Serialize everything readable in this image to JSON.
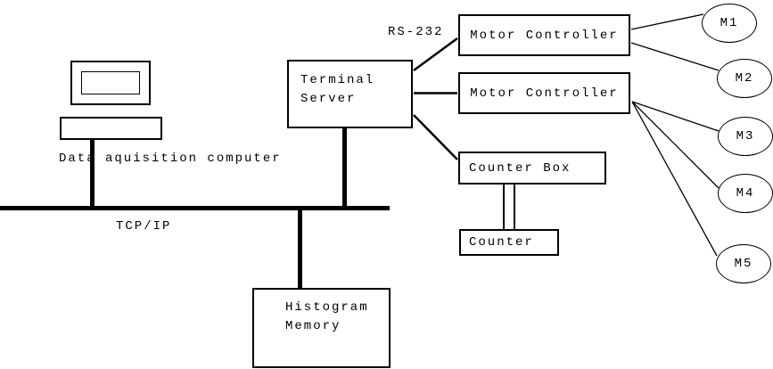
{
  "diagram": {
    "colors": {
      "background": "#ffffff",
      "line": "#000000"
    },
    "nodes": {
      "computer": {
        "caption": "Data aquisition computer"
      },
      "terminal_server": {
        "line1": "Terminal",
        "line2": "Server"
      },
      "motor_controller_1": {
        "label": "Motor Controller"
      },
      "motor_controller_2": {
        "label": "Motor Controller"
      },
      "counter_box": {
        "label": "Counter Box"
      },
      "counter": {
        "label": "Counter"
      },
      "histogram_memory": {
        "line1": "Histogram",
        "line2": "Memory"
      }
    },
    "links": {
      "bus_label": "TCP/IP",
      "serial_label": "RS-232"
    },
    "motors": [
      {
        "label": "M1"
      },
      {
        "label": "M2"
      },
      {
        "label": "M3"
      },
      {
        "label": "M4"
      },
      {
        "label": "M5"
      }
    ]
  }
}
